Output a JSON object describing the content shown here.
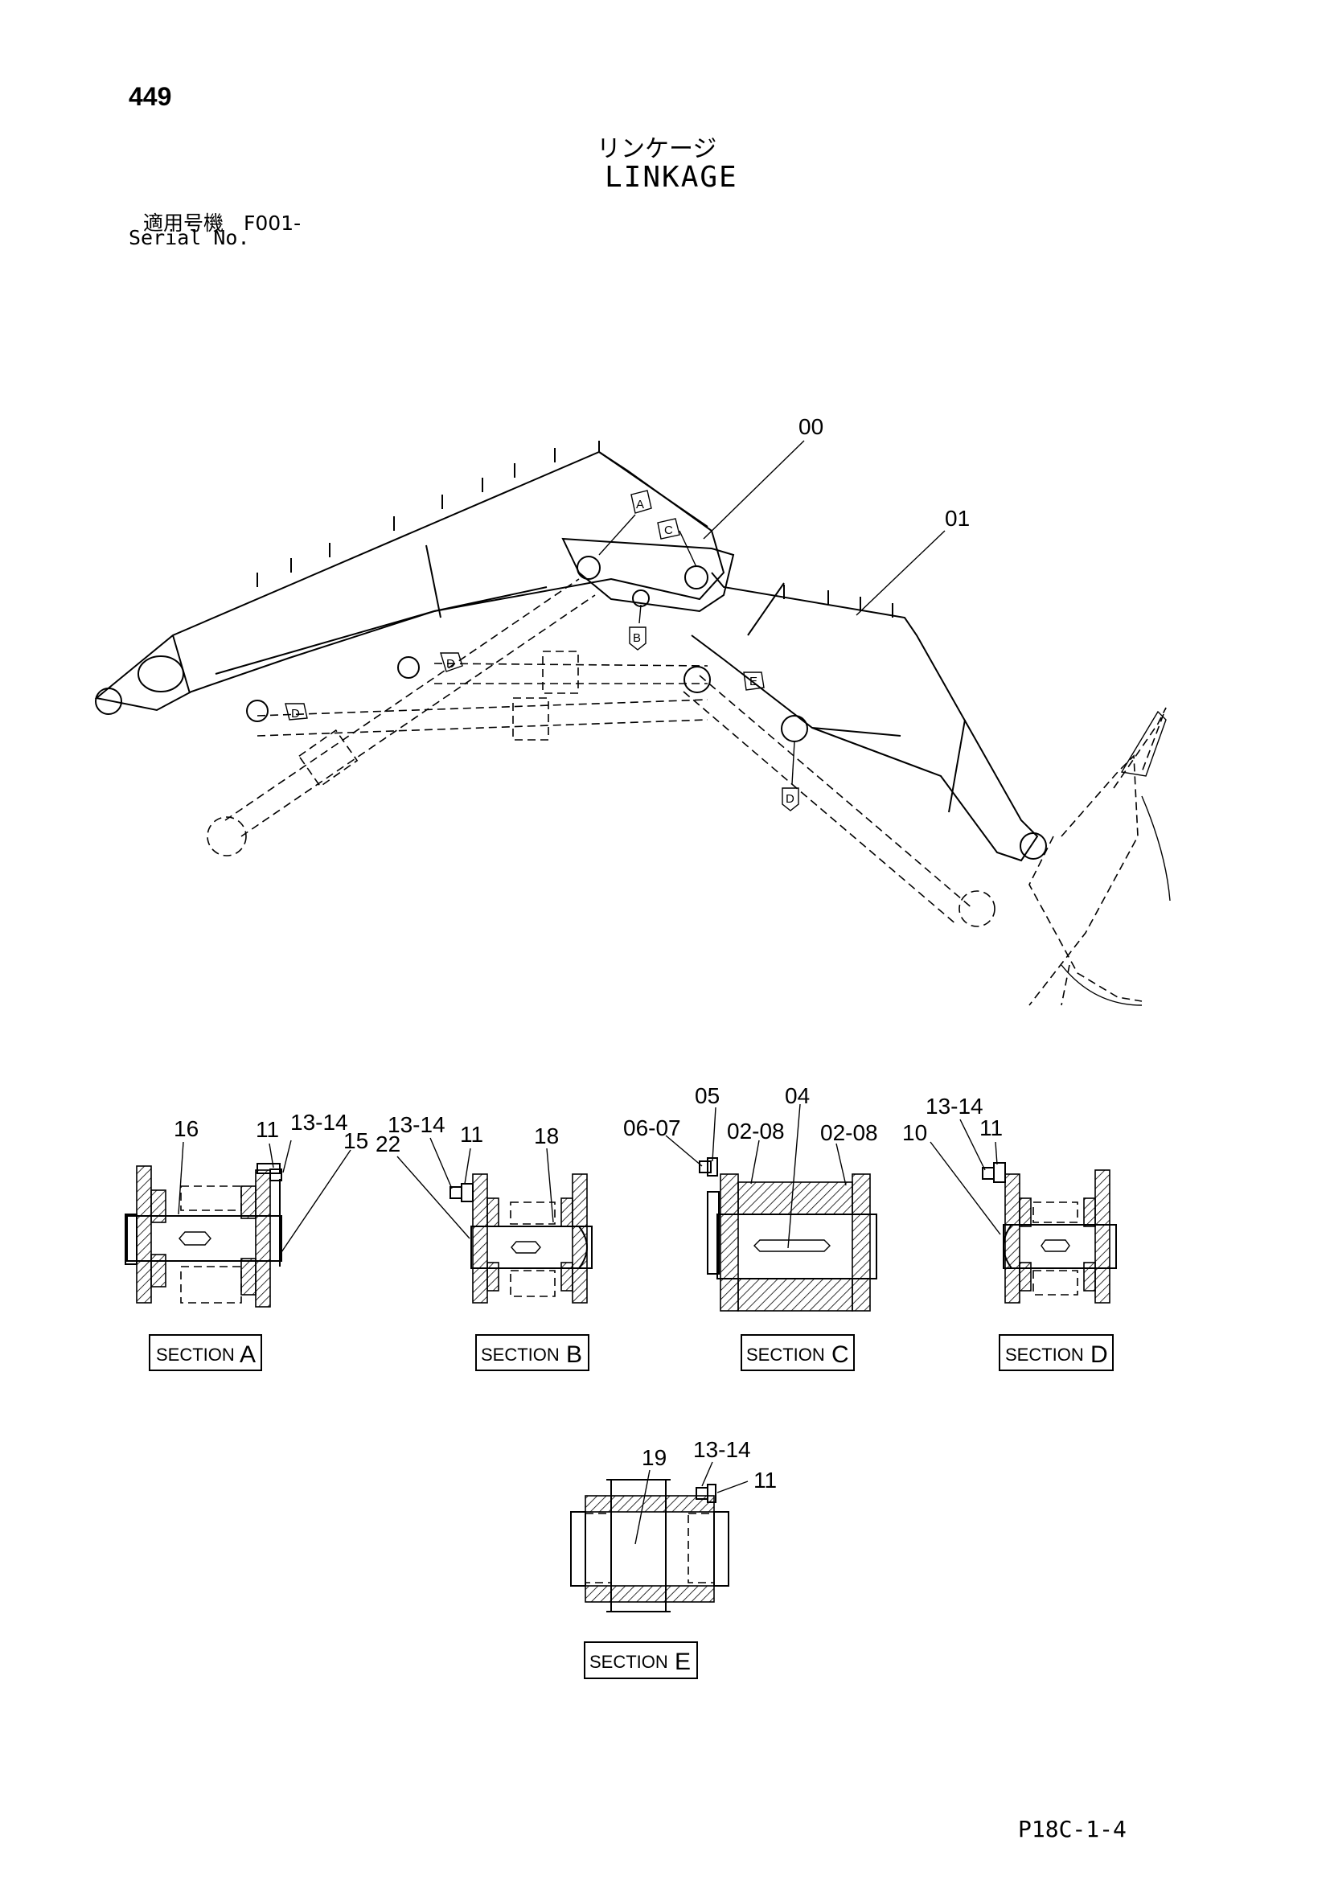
{
  "header": {
    "page_number": "449",
    "title_jp": "リンケージ",
    "title_en": "LINKAGE",
    "serial_label_jp": "適用号機　F001-",
    "serial_label_en": "Serial No."
  },
  "main_diagram": {
    "callouts": {
      "c00": "00",
      "c01": "01"
    },
    "markers": {
      "A": "A",
      "B": "B",
      "C": "C",
      "D": "D",
      "E": "E"
    }
  },
  "sections": [
    {
      "word": "SECTION",
      "letter": "A",
      "labels": [
        "16",
        "11",
        "13-14",
        "15"
      ]
    },
    {
      "word": "SECTION",
      "letter": "B",
      "labels": [
        "13-14",
        "22",
        "11",
        "18"
      ]
    },
    {
      "word": "SECTION",
      "letter": "C",
      "labels": [
        "06-07",
        "05",
        "02-08",
        "04",
        "02-08"
      ]
    },
    {
      "word": "SECTION",
      "letter": "D",
      "labels": [
        "13-14",
        "10",
        "11"
      ]
    },
    {
      "word": "SECTION",
      "letter": "E",
      "labels": [
        "19",
        "13-14",
        "11"
      ]
    }
  ],
  "footer": {
    "code": "P18C-1-4"
  }
}
